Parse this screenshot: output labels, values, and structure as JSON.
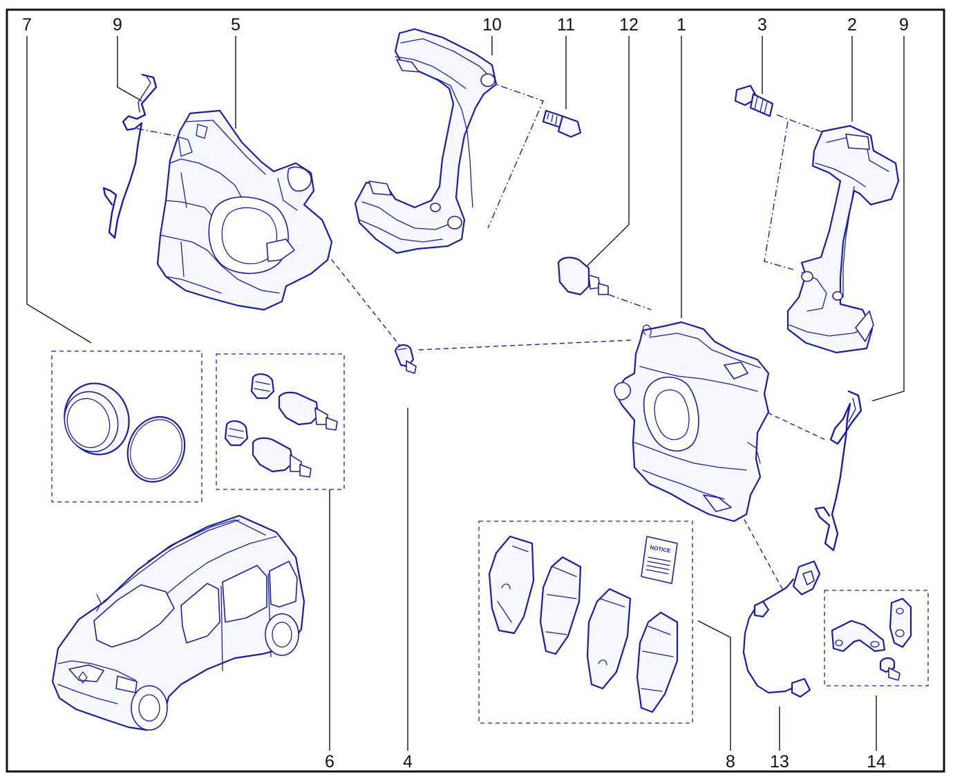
{
  "diagram": {
    "labels": {
      "l1": "1",
      "l2": "2",
      "l3": "3",
      "l4": "4",
      "l5": "5",
      "l6": "6",
      "l7": "7",
      "l8": "8",
      "l9a": "9",
      "l9b": "9",
      "l10": "10",
      "l11": "11",
      "l12": "12",
      "l13": "13",
      "l14": "14"
    },
    "notice_text": "NOTICE",
    "colors": {
      "line_art": "#1a1ab0",
      "frame": "#111111"
    }
  }
}
